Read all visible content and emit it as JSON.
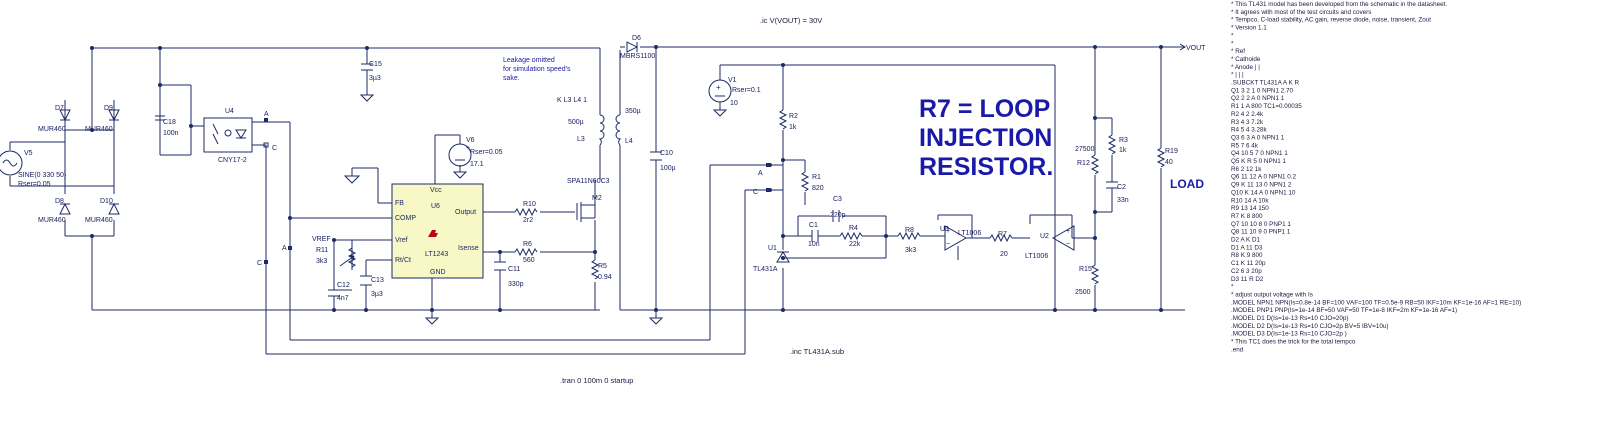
{
  "directives": {
    "ic": ".ic V(VOUT) = 30V",
    "tran": ".tran 0 100m 0 startup",
    "inc": ".inc TL431A.sub"
  },
  "notes": {
    "leakage": [
      "Leakage omitted",
      "for simulation speed's",
      "sake."
    ],
    "r7_note": [
      "R7 = LOOP",
      "INJECTION",
      "RESISTOR."
    ],
    "load": "LOAD",
    "coupling": "K L3 L4 1"
  },
  "nets": {
    "vout": "VOUT",
    "a": "A",
    "c": "C",
    "vref": "VREF"
  },
  "components": {
    "v5": {
      "name": "V5",
      "value": "SINE(0 330 50)",
      "extra": "Rser=0.05"
    },
    "d7": "D7",
    "d8": "D8",
    "d9": "D9",
    "d10": "D10",
    "mur": "MUR460",
    "c18": {
      "name": "C18",
      "value": "100n"
    },
    "u4": {
      "name": "U4",
      "part": "CNY17-2"
    },
    "c15": {
      "name": "C15",
      "value": "3µ3"
    },
    "v6": {
      "name": "V6",
      "extra": "Rser=0.05",
      "value": "17.1"
    },
    "u6": {
      "name": "U6",
      "part": "LT1243",
      "pins": {
        "vcc": "Vcc",
        "fb": "FB",
        "comp": "COMP",
        "vref": "Vref",
        "rtct": "Rt/Ct",
        "gnd": "GND",
        "output": "Output",
        "isense": "Isense"
      }
    },
    "r11": {
      "name": "R11",
      "value": "3k3"
    },
    "c12": {
      "name": "C12",
      "value": "4n7"
    },
    "c13": {
      "name": "C13",
      "value": "3µ3"
    },
    "r10": {
      "name": "R10",
      "value": "2r2"
    },
    "r6": {
      "name": "R6",
      "value": "560"
    },
    "c11": {
      "name": "C11",
      "value": "330p"
    },
    "m2": {
      "name": "M2",
      "part": "SPA11N60C3"
    },
    "r5": {
      "name": "R5",
      "value": "0.94"
    },
    "l3": {
      "name": "L3",
      "value": "500µ"
    },
    "l4": {
      "name": "L4",
      "value": "350µ"
    },
    "d6": {
      "name": "D6",
      "part": "MBRS1100"
    },
    "c10": {
      "name": "C10",
      "value": "100µ"
    },
    "v1": {
      "name": "V1",
      "extra": "Rser=0.1",
      "value": "10"
    },
    "r2": {
      "name": "R2",
      "value": "1k"
    },
    "r1": {
      "name": "R1",
      "value": "820"
    },
    "c3": {
      "name": "C3",
      "value": "220p"
    },
    "c1": {
      "name": "C1",
      "value": "10n"
    },
    "r4": {
      "name": "R4",
      "value": "22k"
    },
    "r8": {
      "name": "R8",
      "value": "3k3"
    },
    "u1": {
      "name": "U1",
      "part": "TL431A"
    },
    "u3": {
      "name": "U3",
      "part": "LT1006"
    },
    "r7": {
      "name": "R7",
      "value": "20"
    },
    "u2": {
      "name": "U2",
      "part": "LT1006"
    },
    "r12": {
      "name": "R12",
      "value": "27500"
    },
    "r3": {
      "name": "R3",
      "value": "1k"
    },
    "c2": {
      "name": "C2",
      "value": "33n"
    },
    "r15": {
      "name": "R15",
      "value": "2500"
    },
    "r19": {
      "name": "R19",
      "value": "40"
    }
  },
  "netlist": [
    "* This TL431 model has been developed from the schematic in the datasheet.",
    "* It agrees with most of the test circuits and covers",
    "* Tempco, C-load stability, AC gain, reverse diode, noise, transient, Zout",
    "* Version 1.1",
    "*",
    "*",
    "*                    Ref",
    "*                      Cathoide",
    "*                 Anode | |",
    "*                      | | |",
    ".SUBCKT TL431A A K R",
    "Q1 3 2 1 0 NPN1 2.70",
    "Q2 2 2 A 0 NPN1 1",
    "R1 1 A 800 TC1=0.00035",
    "R2 4 2 2.4k",
    "R3 4 3 7.2k",
    "R4 5 4 3.28k",
    "Q3 6 3 A 0 NPN1 1",
    "R5 7 6 4k",
    "Q4 10 5 7 0 NPN1 1",
    "Q5 K R 5 0 NPN1 1",
    "R6 2 12 1k",
    "Q6 11 12 A 0 NPN1 0.2",
    "Q9 K 11 13 0 NPN1 2",
    "Q10 K 14 A 0 NPN1 10",
    "R10 14 A 10k",
    "R9 13 14 150",
    "R7 K 8 800",
    "Q7 10 10 8 0 PNP1 1",
    "Q8 11 10 9 0 PNP1 1",
    "D2 A K D1",
    "D1 A 11 D3",
    "R8 K 9 800",
    "C1 K 11 20p",
    "C2 6 3 20p",
    "D3 11 R D2",
    "*",
    "* adjust output voltage with Is",
    ".MODEL NPN1 NPN(Is=0.8e-14 BF=100 VAF=100 TF=0.5e-9 RB=50 IKF=10m KF=1e-16  AF=1 RE=10)",
    ".MODEL PNP1 PNP(Is=1e-14 BF=50 VAF=50 TF=1e-8 IKF=2m KF=1e-16 AF=1)",
    ".MODEL D1 D(Is=1e-13 Rs=10 CJO=20p)",
    ".MODEL D2 D(Is=1e-13 Rs=10 CJO=2p BV=5 IBV=10u)",
    ".MODEL D3 D(Is=1e-13 Rs=10 CJO=2p )",
    "* This TC1 does the trick for the total tempco",
    ".end"
  ]
}
